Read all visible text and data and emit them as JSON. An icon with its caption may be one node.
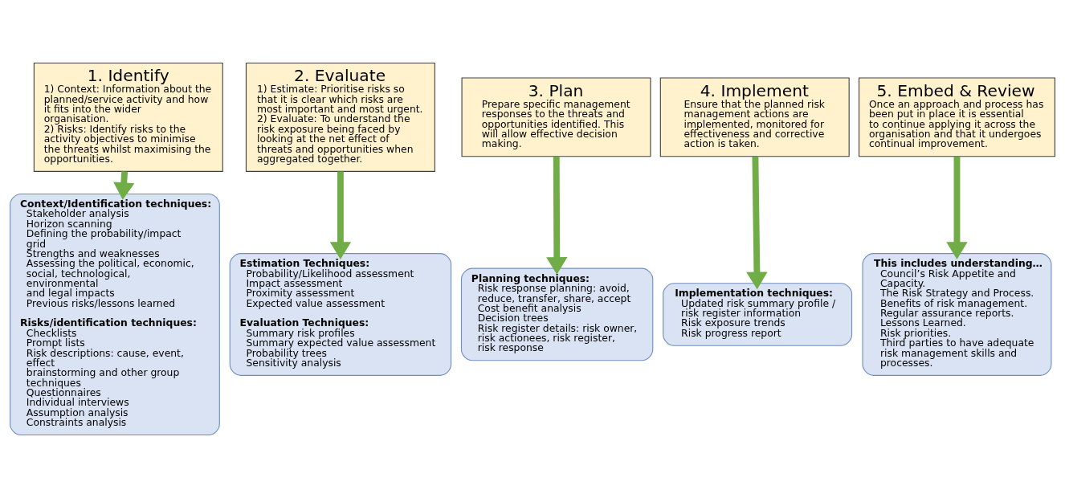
{
  "diagram": {
    "nodes": [
      {
        "text": [
          "1. Identify",
          "1) Context: Information about the planned/service activity and how it fits into the wider organisation.",
          "2) Risks: Identify risks to the activity objectives to minimise the threats whilst maximising the opportunities."
        ]
      },
      {
        "text": [
          "2. Evaluate",
          "1) Estimate: Prioritise risks so that it is clear which risks are most important and most urgent.",
          "2) Evaluate: To understand the risk exposure being faced by looking at the net effect of threats and opportunities when aggregated together."
        ]
      },
      {
        "text": [
          "3. Plan",
          "Prepare specific management responses to the threats and opportunities identified. This will allow effective decision making."
        ]
      },
      {
        "text": [
          "4. Implement",
          "Ensure that the planned risk management actions are implemented, monitored for effectiveness and corrective action is taken."
        ]
      },
      {
        "text": [
          "5. Embed & Review",
          "Once an approach and process has been put in place it is essential to continue applying it across the organisation and that it undergoes continual improvement."
        ]
      },
      {
        "text": [
          "Context/Identification techniques:",
          "Stakeholder analysis",
          "Horizon scanning",
          "Defining the probability/impact grid",
          "Strengths and weaknesses",
          "Assessing the political, economic,",
          "social, technological, environmental",
          "and legal impacts",
          "Previous risks/lessons learned",
          "Risks/identification techniques:",
          "Checklists",
          "Prompt lists",
          "Risk descriptions: cause, event, effect",
          "brainstorming and other group techniques",
          "Questionnaires",
          "Individual interviews",
          "Assumption analysis",
          "Constraints analysis"
        ]
      },
      {
        "text": [
          "Estimation Techniques:",
          "Probability/Likelihood assessment",
          "Impact assessment",
          "Proximity assessment",
          "Expected value assessment",
          "Evaluation Techniques:",
          "Summary risk profiles",
          "Summary expected value assessment",
          "Probability trees",
          "Sensitivity analysis"
        ]
      },
      {
        "text": [
          "Planning techniques:",
          "Risk response planning: avoid, reduce, transfer, share, accept",
          "Cost benefit analysis",
          "Decision trees",
          "Risk register details: risk owner, risk actionees, risk register, risk response"
        ]
      },
      {
        "text": [
          "Implementation techniques:",
          "Updated risk summary profile / risk register information",
          "Risk exposure trends",
          "Risk progress report"
        ]
      },
      {
        "text": [
          "This includes understanding…",
          "Council’s Risk Appetite and Capacity.",
          "The Risk Strategy and Process.",
          "Benefits of risk management.",
          "Regular assurance reports.",
          "Lessons Learned.",
          "Risk priorities.",
          "Third parties to have adequate risk management skills and processes."
        ]
      }
    ],
    "edges": [
      {
        "from": 0,
        "to": 5,
        "arrow": "to"
      },
      {
        "from": 1,
        "to": 6,
        "arrow": "to"
      },
      {
        "from": 2,
        "to": 7,
        "arrow": "to"
      },
      {
        "from": 3,
        "to": 8,
        "arrow": "to"
      },
      {
        "from": 4,
        "to": 9,
        "arrow": "to"
      }
    ]
  }
}
